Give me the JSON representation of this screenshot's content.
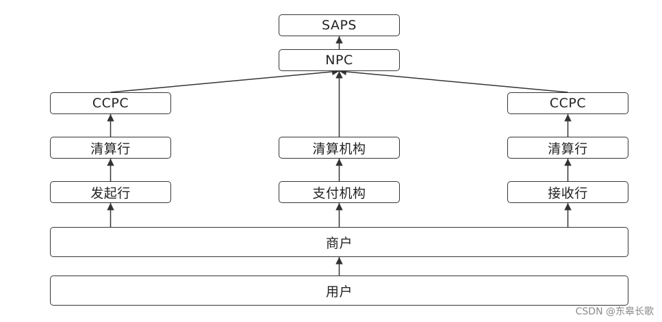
{
  "diagram": {
    "nodes": {
      "saps": "SAPS",
      "npc": "NPC",
      "ccpc_left": "CCPC",
      "ccpc_right": "CCPC",
      "clearing_left": "清算行",
      "clearing_mid": "清算机构",
      "clearing_right": "清算行",
      "originator": "发起行",
      "payment_institution": "支付机构",
      "receiver": "接收行",
      "merchant": "商户",
      "user": "用户"
    },
    "edges": [
      [
        "user",
        "merchant"
      ],
      [
        "merchant",
        "originator"
      ],
      [
        "merchant",
        "payment_institution"
      ],
      [
        "merchant",
        "receiver"
      ],
      [
        "originator",
        "clearing_left"
      ],
      [
        "payment_institution",
        "clearing_mid"
      ],
      [
        "receiver",
        "clearing_right"
      ],
      [
        "clearing_left",
        "ccpc_left"
      ],
      [
        "clearing_right",
        "ccpc_right"
      ],
      [
        "ccpc_left",
        "npc"
      ],
      [
        "clearing_mid",
        "npc"
      ],
      [
        "ccpc_right",
        "npc"
      ],
      [
        "npc",
        "saps"
      ]
    ]
  },
  "watermark": "CSDN @东皋长歌"
}
